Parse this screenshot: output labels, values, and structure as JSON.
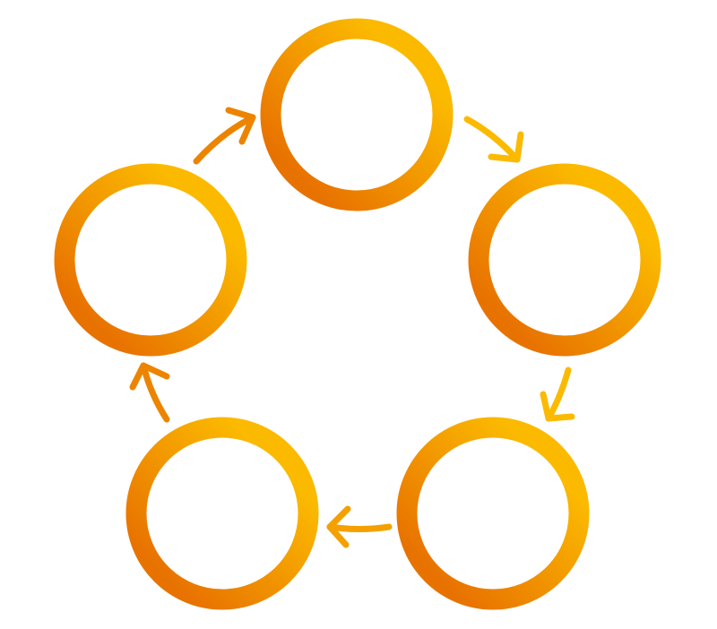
{
  "diagram": {
    "type": "cycle",
    "node_count": 5,
    "nodes": [
      {
        "id": "node-top",
        "label": ""
      },
      {
        "id": "node-right",
        "label": ""
      },
      {
        "id": "node-bottom-right",
        "label": ""
      },
      {
        "id": "node-bottom-left",
        "label": ""
      },
      {
        "id": "node-left",
        "label": ""
      }
    ],
    "edges": [
      {
        "from": "node-top",
        "to": "node-right"
      },
      {
        "from": "node-right",
        "to": "node-bottom-right"
      },
      {
        "from": "node-bottom-right",
        "to": "node-bottom-left"
      },
      {
        "from": "node-bottom-left",
        "to": "node-left"
      },
      {
        "from": "node-left",
        "to": "node-top"
      }
    ],
    "colors": {
      "gradient_light": "#FBBA00",
      "gradient_dark": "#E87200"
    }
  }
}
